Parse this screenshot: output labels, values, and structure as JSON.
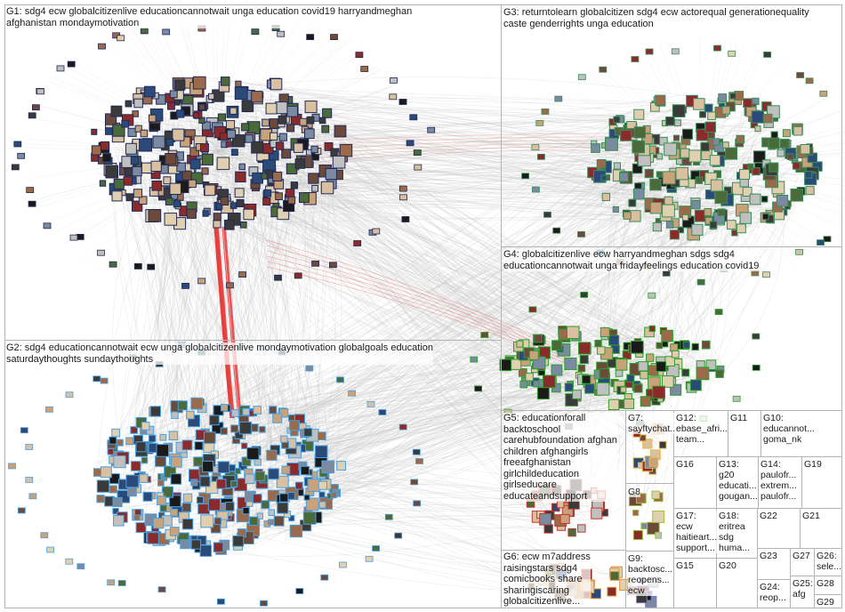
{
  "groups": {
    "g1": "G1: sdg4 ecw globalcitizenlive educationcannotwait unga education covid19 harryandmeghan\nafghanistan mondaymotivation",
    "g2": "G2: sdg4 educationcannotwait ecw unga globalcitizenlive mondaymotivation globalgoals education\nsaturdaythoughts sundaythoughts",
    "g3": "G3: returntolearn globalcitizen sdg4 ecw actorequal generationequality\ncaste genderrights unga education",
    "g4": "G4: globalcitizenlive ecw harryandmeghan sdgs sdg4\neducationcannotwait unga fridayfeelings education covid19",
    "g5": "G5: educationforall\nbacktoschool\ncarehubfoundation afghan\nchildren afghangirls\nfreeafghanistan\ngirlchildeducation\ngirlseducare\neducateandsupport",
    "g6": "G6: ecw m7address\nraisingstars sdg4\ncomicbooks share\nsharingiscaring\nglobalcitizenlive...",
    "g7": "G7:\nsayftychat...",
    "g8": "G8",
    "g9": "G9:\nbacktosc...\nreopens...\necw",
    "g10": "G10:\neducannot...\ngoma_nk",
    "g11": "G11",
    "g12": "G12:\nebase_afri...\nteam...",
    "g13": "G13:\ng20\neducati...\ngougan...",
    "g14": "G14:\npaulofr...\nextrem...\npaulofr...",
    "g15": "G15",
    "g16": "G16",
    "g17": "G17:\necw\nhaitieart...\nsupport...",
    "g18": "G18:\neritrea\nsdg\nhuma...",
    "g19": "G19",
    "g20": "G20",
    "g21": "G21",
    "g22": "G22",
    "g23": "G23",
    "g24": "G24:\nreop...",
    "g25": "G25:\nafg",
    "g26": "G26:\nsele...",
    "g27": "G27",
    "g28": "G28",
    "g29": "G29"
  },
  "colors": {
    "edge_gray": "#c8c8c8",
    "edge_red": "#e83a3a",
    "g1_node": "#1b2a6b",
    "g2_node": "#2f7fc6",
    "g3_node": "#2f8a55",
    "g4_node": "#3aa83a",
    "g5_node": "#b8322b",
    "g6_node": "#e0923a",
    "g7_node": "#e0b53a",
    "box_border": "#b4b4b4"
  }
}
